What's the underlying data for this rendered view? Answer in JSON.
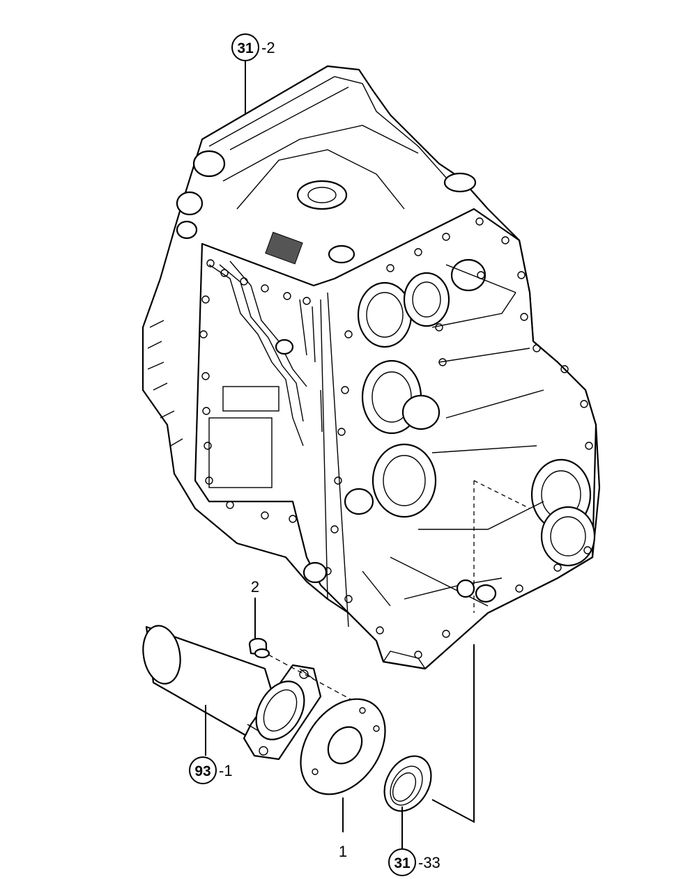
{
  "callouts": [
    {
      "id": "c1",
      "ref": "31",
      "suffix": "-2"
    },
    {
      "id": "c2",
      "ref": "2",
      "suffix": ""
    },
    {
      "id": "c3",
      "ref": "93",
      "suffix": "-1"
    },
    {
      "id": "c4",
      "ref": "1",
      "suffix": ""
    },
    {
      "id": "c5",
      "ref": "31",
      "suffix": "-33"
    }
  ],
  "colors": {
    "line": "#000000",
    "background": "#ffffff"
  }
}
